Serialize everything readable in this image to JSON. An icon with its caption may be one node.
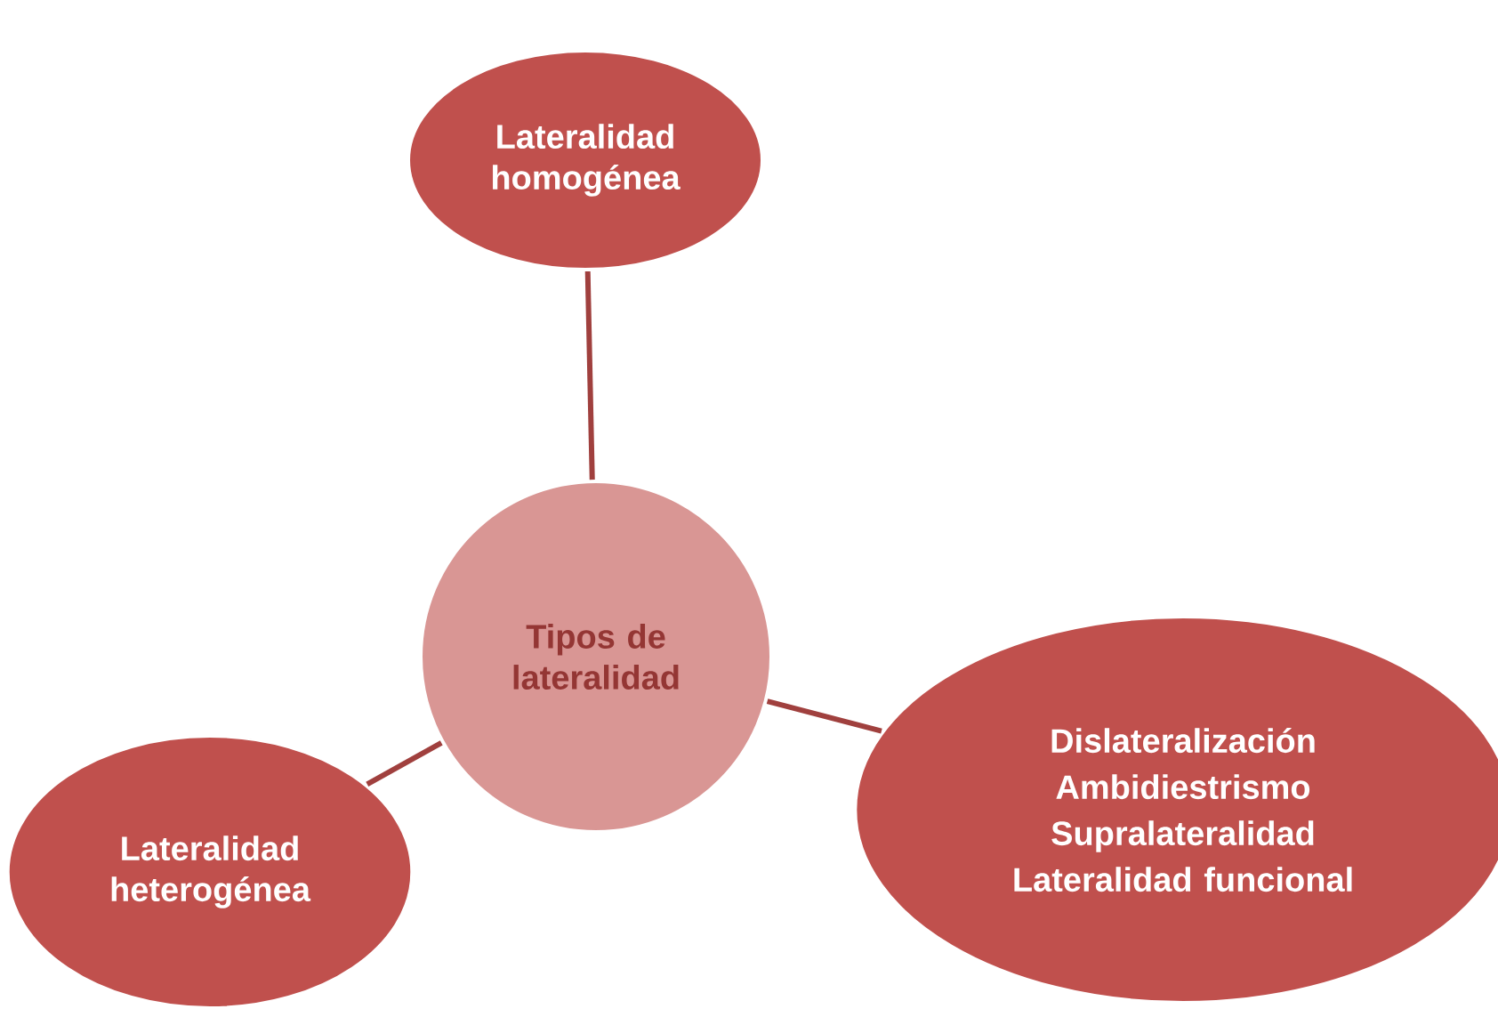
{
  "diagram": {
    "nodes": [
      {
        "text": [
          "Tipos de lateralidad"
        ]
      },
      {
        "text": [
          "Lateralidad homogénea"
        ]
      },
      {
        "text": [
          "Dislateralización",
          "Ambidiestrismo",
          "Supralateralidad",
          "Lateralidad funcional"
        ]
      },
      {
        "text": [
          "Lateralidad heterogénea"
        ]
      }
    ],
    "edges": [
      {
        "from": 0,
        "to": 1,
        "arrow": "none"
      },
      {
        "from": 0,
        "to": 2,
        "arrow": "none"
      },
      {
        "from": 0,
        "to": 3,
        "arrow": "none"
      }
    ]
  }
}
